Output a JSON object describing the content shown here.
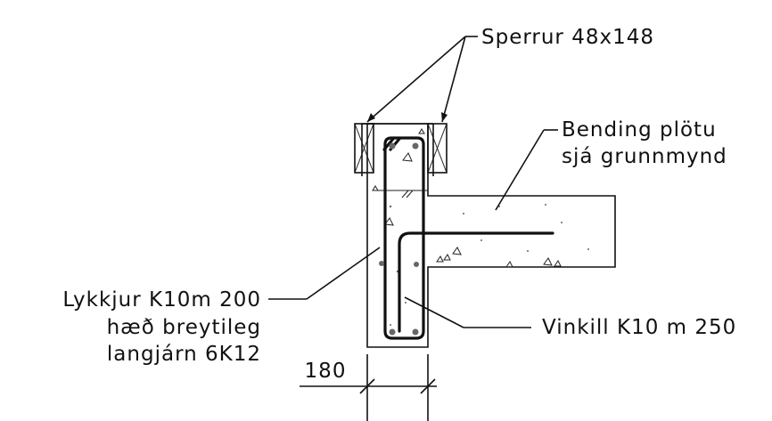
{
  "labels": {
    "rafters": "Sperrur 48x148",
    "slab_bend_line1": "Bending plötu",
    "slab_bend_line2": "sjá grunnmynd",
    "stirrups_line1": "Lykkjur K10m 200",
    "stirrups_line2": "hæð breytileg",
    "stirrups_line3": "langjárn 6K12",
    "angle_bar": "Vinkill K10 m 250",
    "dimension_width": "180"
  },
  "colors": {
    "ink": "#111111",
    "background": "#ffffff"
  }
}
